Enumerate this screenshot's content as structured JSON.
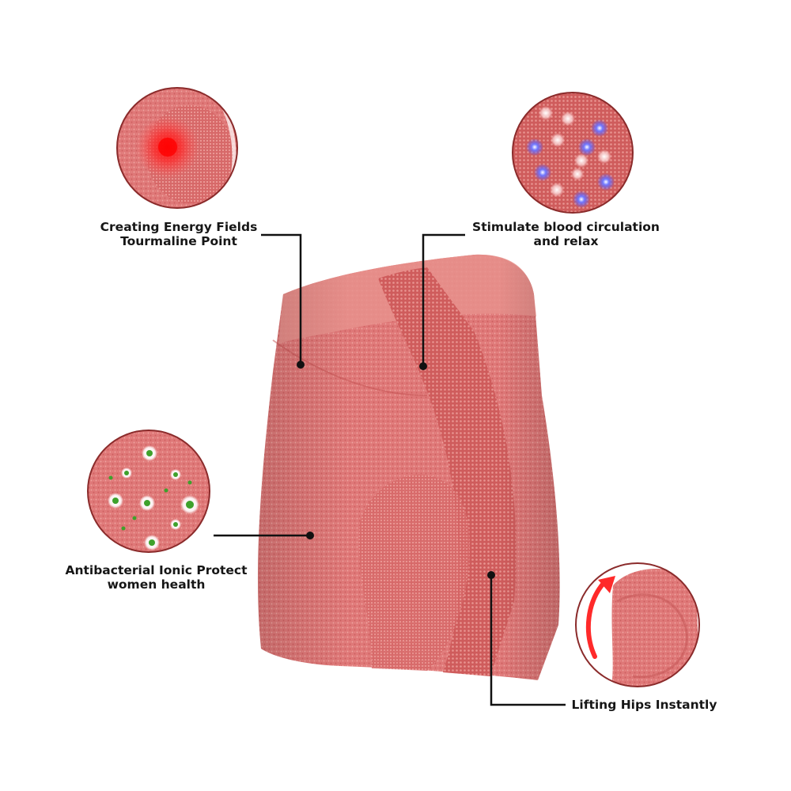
{
  "colors": {
    "fabric": "#e07b7b",
    "fabric_dark": "#c65353",
    "fabric_light": "#f1a9a5",
    "leader": "#111111",
    "accent_red": "#ff2a2a",
    "ion_blue": "#4a52ff",
    "germ_green": "#3ea12c"
  },
  "features": {
    "energy": {
      "line1": "Creating Energy Fields",
      "line2": "Tourmaline Point",
      "icon": "energy-glow-icon"
    },
    "circulation": {
      "line1": "Stimulate blood circulation",
      "line2": "and relax",
      "icon": "ion-dots-icon"
    },
    "antibacterial": {
      "line1": "Antibacterial Ionic Protect",
      "line2": "women health",
      "icon": "germ-icon"
    },
    "lifting": {
      "line1": "Lifting Hips Instantly",
      "icon": "arrow-up-curve-icon"
    }
  }
}
